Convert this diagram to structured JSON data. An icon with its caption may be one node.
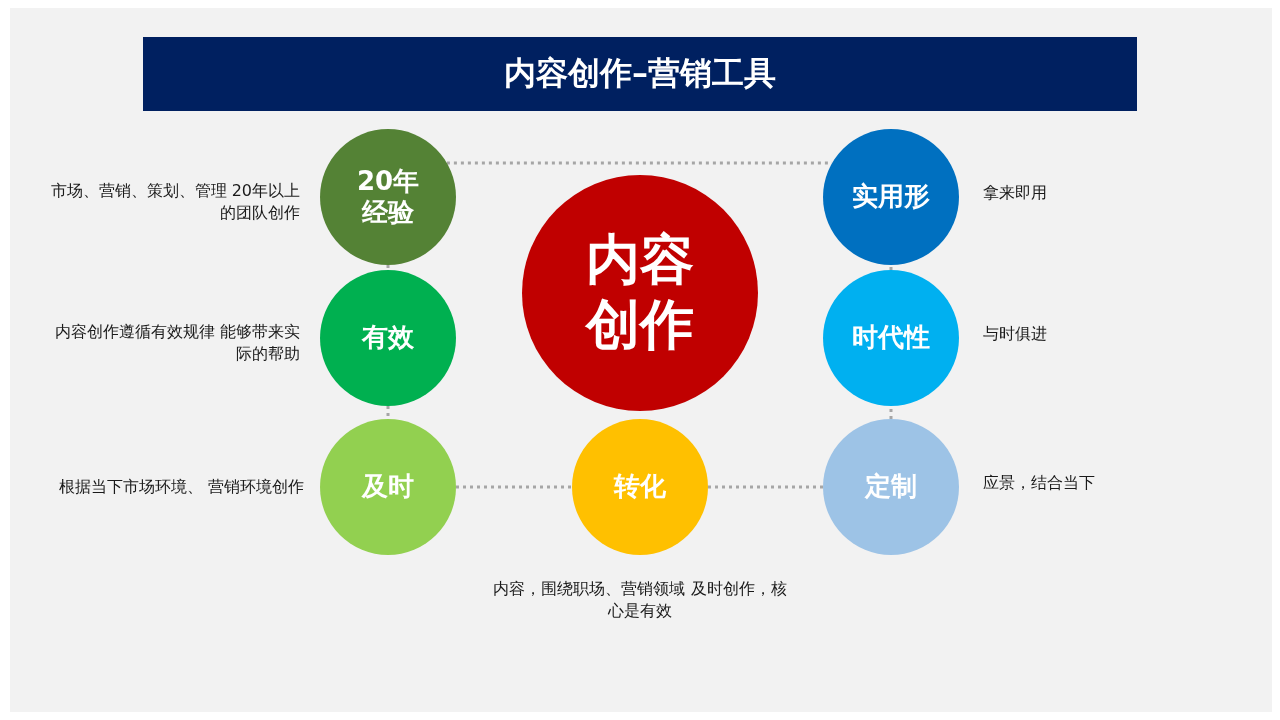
{
  "diagram": {
    "title": "内容创作–营销工具",
    "nodes": [
      {
        "text": [
          "20年经验"
        ],
        "beside": [
          "市场、营销、策划、管理 20年以上的团队创作"
        ]
      },
      {
        "text": [
          "内容创作"
        ]
      },
      {
        "text": [
          "实用形"
        ],
        "beside": [
          "拿来即用"
        ]
      },
      {
        "text": [
          "有效"
        ],
        "beside": [
          "内容创作遵循有效规律 能够带来实际的帮助"
        ]
      },
      {
        "text": [
          "时代性"
        ],
        "beside": [
          "与时俱进"
        ]
      },
      {
        "text": [
          "及时"
        ],
        "beside": [
          "根据当下市场环境、 营销环境创作"
        ]
      },
      {
        "text": [
          "转化"
        ],
        "beside": [
          "内容，围绕职场、营销领域 及时创作，核心是有效"
        ]
      },
      {
        "text": [
          "定制"
        ],
        "beside": [
          "应景，结合当下"
        ]
      }
    ],
    "edges": [
      {
        "from": 0,
        "to": 2,
        "arrow": "none"
      },
      {
        "from": 0,
        "to": 3,
        "arrow": "none"
      },
      {
        "from": 3,
        "to": 5,
        "arrow": "none"
      },
      {
        "from": 5,
        "to": 6,
        "arrow": "none"
      },
      {
        "from": 6,
        "to": 7,
        "arrow": "none"
      },
      {
        "from": 7,
        "to": 4,
        "arrow": "none"
      },
      {
        "from": 4,
        "to": 2,
        "arrow": "none"
      }
    ]
  }
}
